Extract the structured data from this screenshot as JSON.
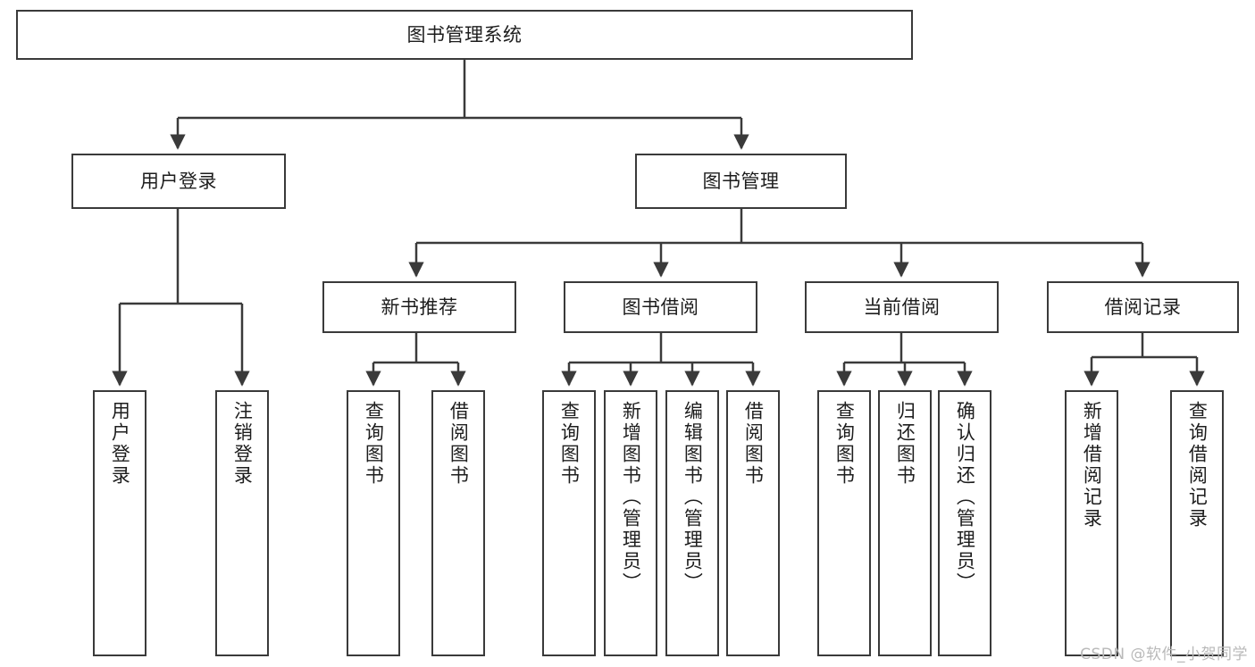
{
  "diagram": {
    "title": "图书管理系统",
    "watermark": "CSDN @软件_小贺同学",
    "line_color": "#3a3a3a",
    "box_fill": "#ffffff",
    "text_color": "#1d1d1d",
    "root": {
      "label": "图书管理系统"
    },
    "level1": [
      {
        "label": "用户登录"
      },
      {
        "label": "图书管理"
      }
    ],
    "level2": [
      {
        "label": "新书推荐"
      },
      {
        "label": "图书借阅"
      },
      {
        "label": "当前借阅"
      },
      {
        "label": "借阅记录"
      }
    ],
    "leaves": [
      {
        "label": "用户登录"
      },
      {
        "label": "注销登录"
      },
      {
        "label": "查询图书"
      },
      {
        "label": "借阅图书"
      },
      {
        "label": "查询图书"
      },
      {
        "label": "新增图书（管理员）"
      },
      {
        "label": "编辑图书（管理员）"
      },
      {
        "label": "借阅图书"
      },
      {
        "label": "查询图书"
      },
      {
        "label": "归还图书"
      },
      {
        "label": "确认归还（管理员）"
      },
      {
        "label": "新增借阅记录"
      },
      {
        "label": "查询借阅记录"
      }
    ]
  }
}
